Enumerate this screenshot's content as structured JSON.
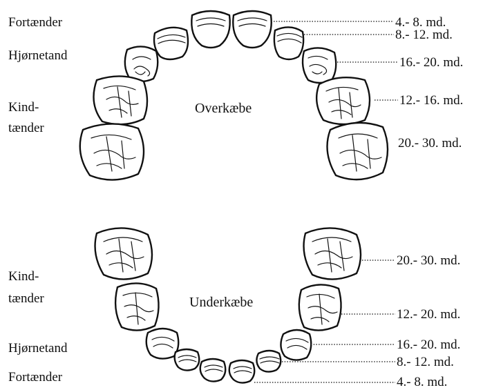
{
  "left_labels": {
    "fortaender": "Fortænder",
    "hjoernetand": "Hjørnetand",
    "kind": "Kind-",
    "taender": "tænder"
  },
  "jaws": {
    "upper": "Overkæbe",
    "lower": "Underkæbe"
  },
  "upper_ages": [
    "4.- 8. md.",
    "8.- 12. md.",
    "16.- 20. md.",
    "12.- 16. md.",
    "20.- 30. md."
  ],
  "lower_ages": [
    "20.- 30. md.",
    "12.- 20. md.",
    "16.- 20. md.",
    "8.- 12. md.",
    "4.- 8. md."
  ]
}
